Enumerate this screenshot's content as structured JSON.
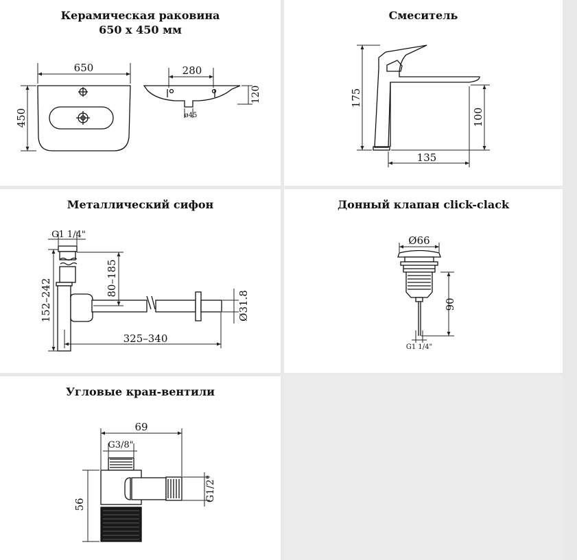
{
  "panels": {
    "basin": {
      "title_line1": "Керамическая раковина",
      "title_line2": "650 х 450 мм",
      "dim_width": "650",
      "dim_height": "450",
      "dim_holes": "280",
      "dim_depth": "120",
      "dim_drain": "ø45"
    },
    "mixer": {
      "title": "Смеситель",
      "dim_height": "175",
      "dim_spout_height": "100",
      "dim_reach": "135"
    },
    "siphon": {
      "title": "Металлический сифон",
      "dim_thread": "G1 1/4\"",
      "dim_height": "152–242",
      "dim_drop": "80–185",
      "dim_length": "325–340",
      "dim_diameter": "Ø31.8"
    },
    "valve": {
      "title": "Донный клапан click-clack",
      "dim_diameter": "Ø66",
      "dim_height": "90",
      "dim_thread": "G1 1/4\""
    },
    "angle_valves": {
      "title": "Угловые кран-вентили",
      "dim_width": "69",
      "dim_thread_top": "G3/8\"",
      "dim_height": "56",
      "dim_thread_side": "G1/2\""
    }
  }
}
